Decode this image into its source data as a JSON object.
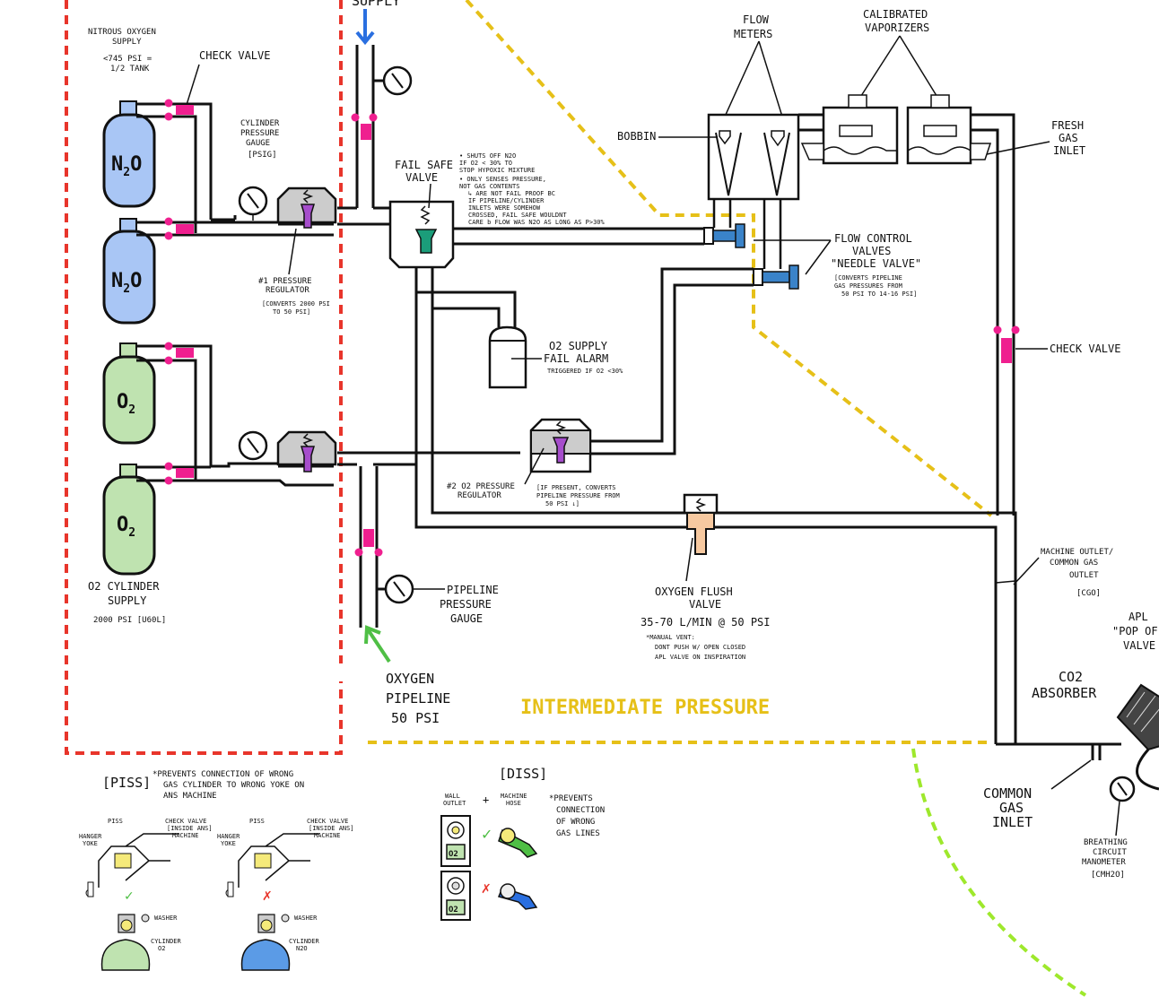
{
  "zones": {
    "intermediate_label": "INTERMEDIATE PRESSURE"
  },
  "top_supply": "SUPPLY",
  "n2o_supply": {
    "title_1": "NITROUS OXYGEN",
    "title_2": "SUPPLY",
    "pressure_1": "<745 PSI =",
    "pressure_2": "1/2 TANK",
    "cylinder_label": "N2O",
    "cylinder_label_main": "N",
    "cylinder_label_sub": "2",
    "cylinder_label_end": "O"
  },
  "o2_supply": {
    "title_1": "O2 CYLINDER",
    "title_2": "SUPPLY",
    "pressure": "2000 PSI [U60L]",
    "cylinder_label_main": "O",
    "cylinder_label_sub": "2"
  },
  "check_valve_top": "CHECK VALVE",
  "cylinder_gauge": [
    "CYLINDER",
    "PRESSURE",
    "GAUGE",
    "[PSIG]"
  ],
  "pressure_regulator_1": {
    "title_1": "#1 PRESSURE",
    "title_2": "REGULATOR",
    "note_1": "[CONVERTS 2000 PSI",
    "note_2": "TO 50 PSI]"
  },
  "fail_safe": {
    "title_1": "FAIL SAFE",
    "title_2": "VALVE",
    "notes": [
      "• SHUTS OFF N2O",
      "  IF O2 < 30% TO",
      "  STOP HYPOXIC MIXTURE",
      "• ONLY SENSES PRESSURE,",
      "  NOT GAS CONTENTS",
      "  ↳ ARE NOT FAIL PROOF BC",
      "    IF PIPELINE/CYLINDER",
      "    INLETS WERE SOMEHOW",
      "    CROSSED, FAIL SAFE WOULDNT",
      "    CARE b FLOW WAS N2O AS LONG AS P>30%"
    ]
  },
  "o2_alarm": {
    "title_1": "O2 SUPPLY",
    "title_2": "FAIL ALARM",
    "note": "TRIGGERED IF O2 <30%"
  },
  "pressure_regulator_2": {
    "title_1": "#2 O2 PRESSURE",
    "title_2": "REGULATOR",
    "note_1": "[IF PRESENT, CONVERTS",
    "note_2": "PIPELINE PRESSURE FROM",
    "note_3": "50 PSI ↓]"
  },
  "flow_meters": [
    "FLOW",
    "METERS"
  ],
  "bobbin": "BOBBIN",
  "vaporizers": [
    "CALIBRATED",
    "VAPORIZERS"
  ],
  "fresh_gas": [
    "FRESH",
    "GAS",
    "INLET"
  ],
  "flow_control": {
    "title_1": "FLOW CONTROL",
    "title_2": "VALVES",
    "title_3": "\"NEEDLE VALVE\"",
    "note_1": "[CONVERTS PIPELINE",
    "note_2": "GAS PRESSURES FROM",
    "note_3": "50 PSI TO 14-16 PSI]"
  },
  "check_valve_right": "CHECK VALVE",
  "machine_outlet": [
    "MACHINE OUTLET/",
    "COMMON GAS",
    "OUTLET",
    "[CGO]"
  ],
  "apl": [
    "APL",
    "\"POP OF",
    "VALVE"
  ],
  "co2_absorber": [
    "CO2",
    "ABSORBER"
  ],
  "common_gas_inlet": [
    "COMMON",
    "GAS",
    "INLET"
  ],
  "breathing_manometer": [
    "BREATHING",
    "CIRCUIT",
    "MANOMETER",
    "[CMH2O]"
  ],
  "oxygen_flush": {
    "title_1": "OXYGEN FLUSH",
    "title_2": "VALVE",
    "rate": "35-70 L/MIN @ 50 PSI",
    "note_1": "*MANUAL VENT:",
    "note_2": "DONT PUSH W/ OPEN CLOSED",
    "note_3": "APL VALVE ON INSPIRATION"
  },
  "pipeline_gauge": [
    "PIPELINE",
    "PRESSURE",
    "GAUGE"
  ],
  "oxygen_pipeline": [
    "OXYGEN",
    "PIPELINE",
    "50 PSI"
  ],
  "piss": {
    "title": "[PISS]",
    "note_1": "*PREVENTS CONNECTION OF WRONG",
    "note_2": "GAS CYLINDER TO WRONG YOKE ON",
    "note_3": "ANS MACHINE",
    "hanger_yoke": [
      "HANGER",
      "YOKE"
    ],
    "piss_label": "PISS",
    "check_valve": [
      "CHECK VALVE",
      "[INSIDE ANS]",
      "MACHINE"
    ],
    "washer": "WASHER",
    "cyl_o2": [
      "CYLINDER",
      "O2"
    ],
    "cyl_n2o": [
      "CYLINDER",
      "N2O"
    ],
    "ok_mark": "✓",
    "bad_mark": "✗"
  },
  "diss": {
    "title": "[DISS]",
    "wall": [
      "WALL",
      "OUTLET"
    ],
    "plus": "+",
    "hose": [
      "MACHINE",
      "HOSE"
    ],
    "note_1": "*PREVENTS",
    "note_2": "CONNECTION",
    "note_3": "OF WRONG",
    "note_4": "GAS LINES",
    "o2_label": "O2",
    "ok_mark": "✓",
    "bad_mark": "✗"
  },
  "colors": {
    "high_pressure_border": "#e8352b",
    "intermediate_border": "#e6c018",
    "low_pressure_border": "#9ee82c",
    "n2o_cylinder": "#a9c6f5",
    "o2_cylinder": "#bfe3b0",
    "check_valve": "#ef1f8f",
    "regulator_stem": "#a64dcc",
    "failsafe_stem": "#1b9d7a",
    "flow_valve": "#3a83c9",
    "flush_valve": "#f7c9a0",
    "supply_arrow": "#2a6fe0",
    "pipeline_arrow": "#4fbf45"
  }
}
